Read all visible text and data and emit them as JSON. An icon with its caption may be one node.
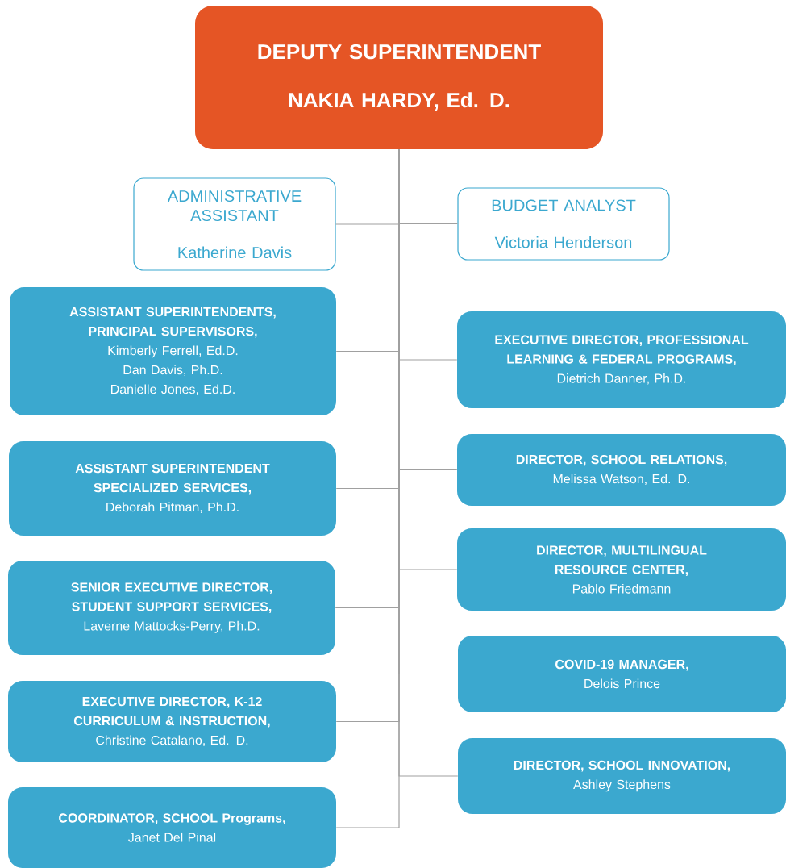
{
  "diagram": {
    "nodes": [
      {
        "text": [
          "DEPUTY SUPERINTENDENT",
          "NAKIA HARDY, Ed. D."
        ]
      },
      {
        "text": [
          "ADMINISTRATIVE ASSISTANT",
          "Katherine Davis"
        ]
      },
      {
        "text": [
          "BUDGET ANALYST",
          "Victoria Henderson"
        ]
      },
      {
        "text": [
          "ASSISTANT SUPERINTENDENTS, PRINCIPAL SUPERVISORS,",
          "Kimberly Ferrell, Ed.D.",
          "Dan Davis, Ph.D.",
          "Danielle Jones, Ed.D."
        ]
      },
      {
        "text": [
          "EXECUTIVE DIRECTOR, PROFESSIONAL LEARNING & FEDERAL PROGRAMS,",
          "Dietrich Danner, Ph.D."
        ]
      },
      {
        "text": [
          "ASSISTANT SUPERINTENDENT SPECIALIZED SERVICES,",
          "Deborah Pitman, Ph.D."
        ]
      },
      {
        "text": [
          "DIRECTOR, SCHOOL RELATIONS,",
          "Melissa Watson, Ed. D."
        ]
      },
      {
        "text": [
          "DIRECTOR, MULTILINGUAL RESOURCE CENTER,",
          "Pablo Friedmann"
        ]
      },
      {
        "text": [
          "SENIOR EXECUTIVE DIRECTOR, STUDENT SUPPORT SERVICES,",
          "Laverne Mattocks-Perry, Ph.D."
        ]
      },
      {
        "text": [
          "COVID-19 MANAGER,",
          "Delois Prince"
        ]
      },
      {
        "text": [
          "EXECUTIVE DIRECTOR, K-12 CURRICULUM & INSTRUCTION,",
          "Christine Catalano, Ed. D."
        ]
      },
      {
        "text": [
          "DIRECTOR, SCHOOL INNOVATION,",
          "Ashley Stephens"
        ]
      },
      {
        "text": [
          "COORDINATOR, SCHOOL Programs,",
          "Janet Del Pinal"
        ]
      }
    ],
    "edges": [
      {
        "from": 0,
        "to": 1,
        "arrow": "none"
      },
      {
        "from": 0,
        "to": 2,
        "arrow": "none"
      },
      {
        "from": 0,
        "to": 3,
        "arrow": "none"
      },
      {
        "from": 0,
        "to": 4,
        "arrow": "none"
      },
      {
        "from": 0,
        "to": 5,
        "arrow": "none"
      },
      {
        "from": 0,
        "to": 6,
        "arrow": "none"
      },
      {
        "from": 0,
        "to": 7,
        "arrow": "none"
      },
      {
        "from": 0,
        "to": 8,
        "arrow": "none"
      },
      {
        "from": 0,
        "to": 9,
        "arrow": "none"
      },
      {
        "from": 0,
        "to": 10,
        "arrow": "none"
      },
      {
        "from": 0,
        "to": 11,
        "arrow": "none"
      },
      {
        "from": 0,
        "to": 12,
        "arrow": "none"
      }
    ]
  }
}
